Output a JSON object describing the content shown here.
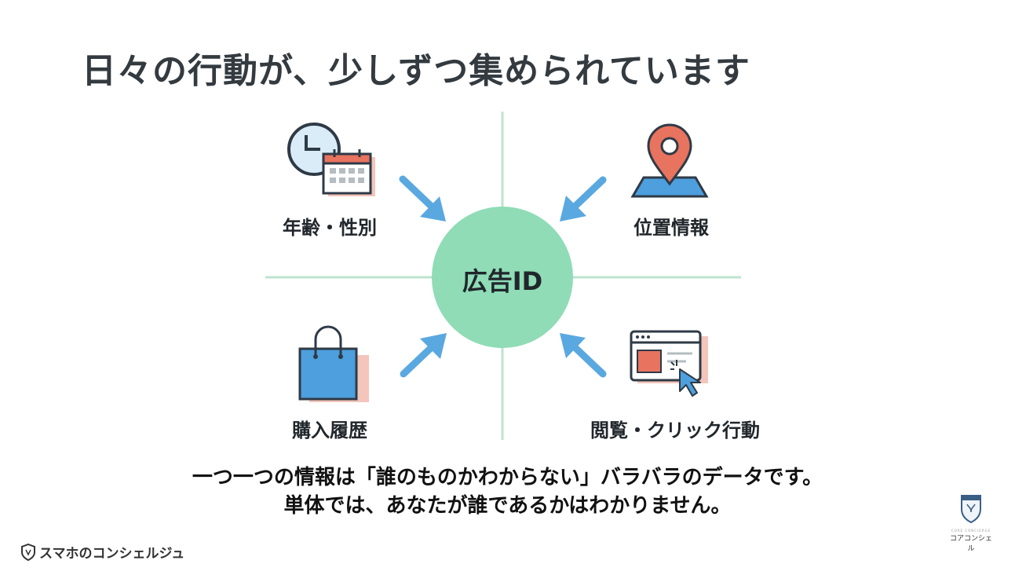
{
  "title": "日々の行動が、少しずつ集められています",
  "hub": {
    "label": "広告ID"
  },
  "nodes": {
    "age": {
      "label": "年齢・性別",
      "icon": "clock-calendar-icon"
    },
    "location": {
      "label": "位置情報",
      "icon": "map-pin-icon"
    },
    "purchase": {
      "label": "購入履歴",
      "icon": "shopping-bag-icon"
    },
    "browsing": {
      "label": "閲覧・クリック行動",
      "icon": "browser-click-icon"
    }
  },
  "caption": {
    "line1": "一つ一つの情報は「誰のものかわからない」バラバラのデータです。",
    "line2": "単体では、あなたが誰であるかはわかりません。"
  },
  "brand": {
    "left_name": "スマホのコンシェルジュ",
    "right_name": "コアコンシェル",
    "right_sub": "CORE CONCIERGE"
  },
  "colors": {
    "hub": "#8fdcb6",
    "arrow": "#5aa8e0",
    "axis": "#bfe3cf",
    "accent_red": "#e8735f",
    "accent_blue": "#4d9fdd",
    "outline": "#2e3a46"
  }
}
